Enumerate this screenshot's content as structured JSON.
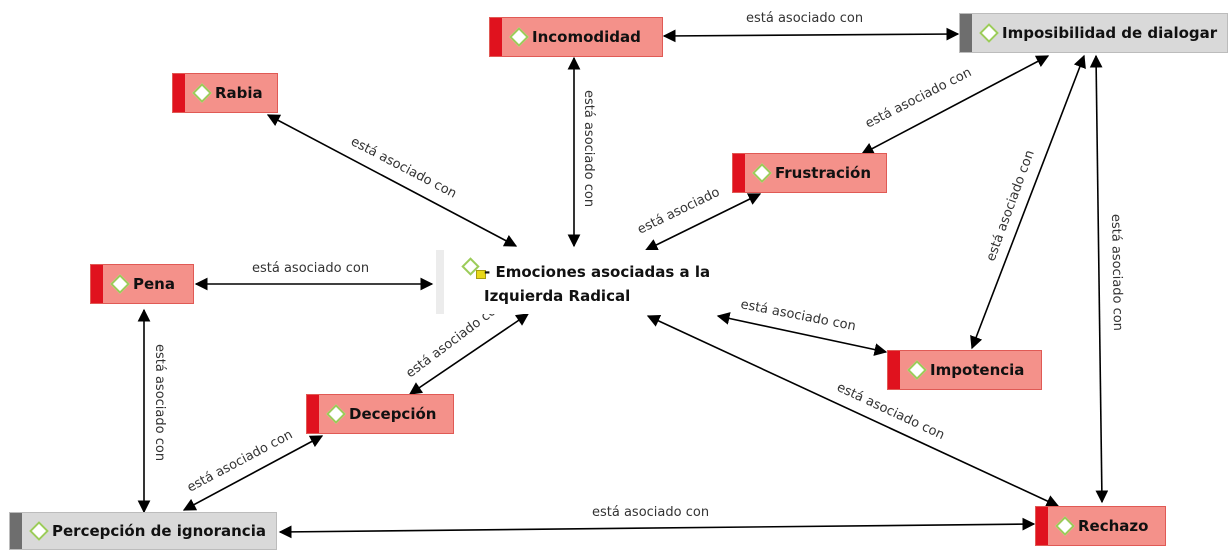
{
  "central": {
    "label": "- Emociones asociadas a la Izquierda Radical"
  },
  "nodes": {
    "incomodidad": "Incomodidad",
    "imposibilidad": "Imposibilidad de dialogar",
    "rabia": "Rabia",
    "frustracion": "Frustración",
    "pena": "Pena",
    "impotencia": "Impotencia",
    "decepcion": "Decepción",
    "percepcion": "Percepción de ignorancia",
    "rechazo": "Rechazo"
  },
  "relation_label": "está asociado con",
  "relation_label_truncated": "está asociado",
  "colors": {
    "red_fill": "#f4918a",
    "red_stripe": "#e0121e",
    "gray_fill": "#d9d9d9",
    "gray_stripe": "#6e6e6e",
    "diamond": "#9ccc5a",
    "arrow": "#000000"
  }
}
